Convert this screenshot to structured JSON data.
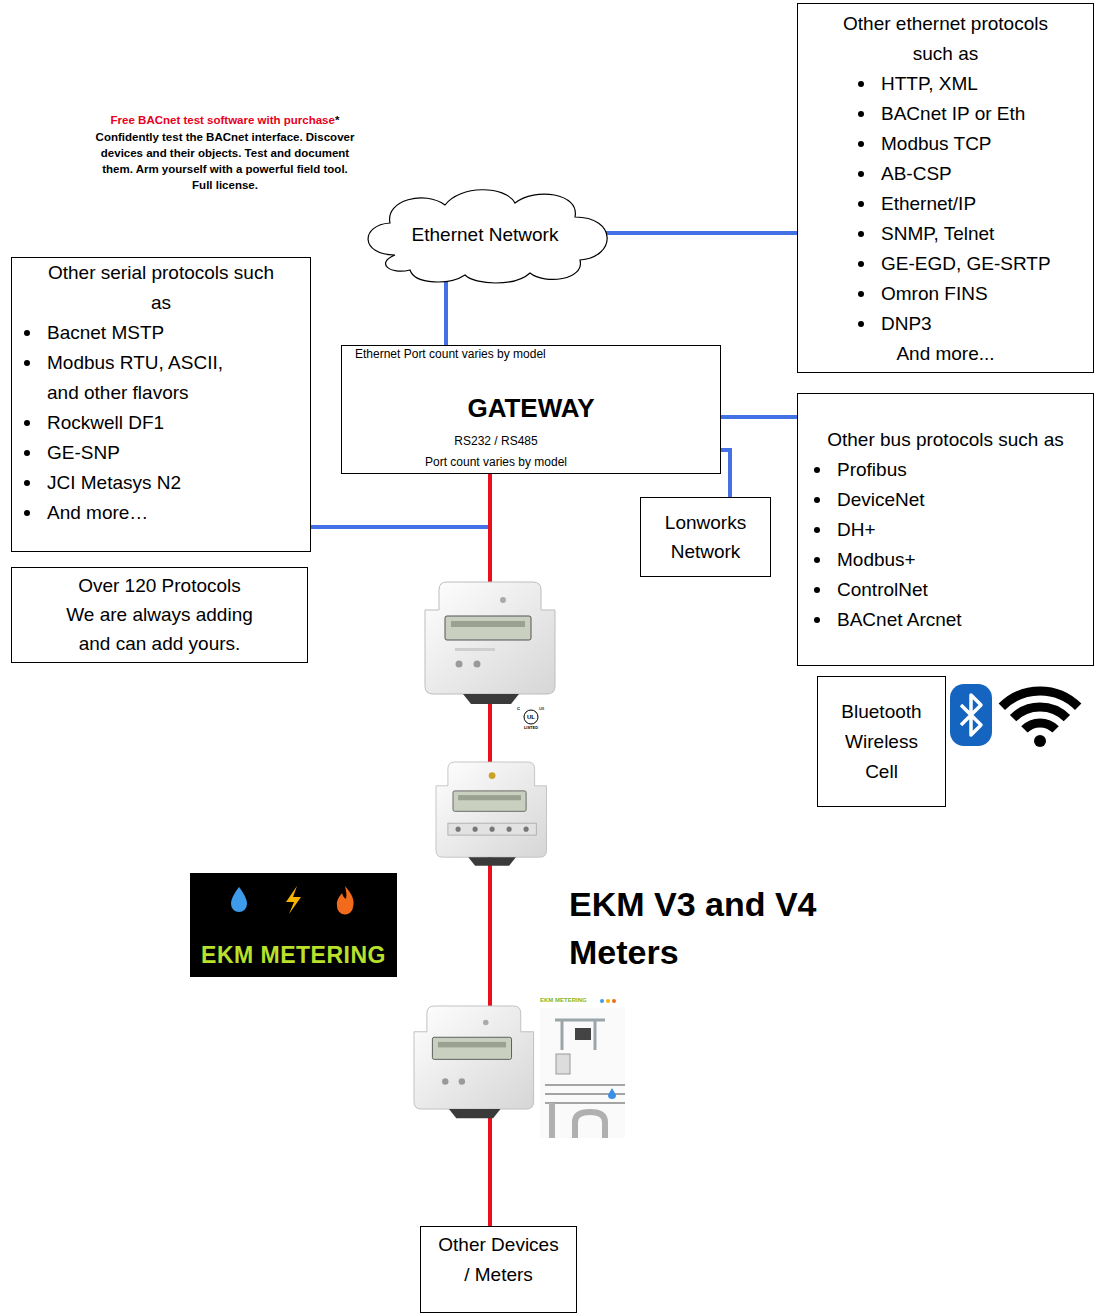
{
  "diagram": {
    "nodes": [
      {
        "text": [
          "Ethernet Network"
        ]
      },
      {
        "text": [
          "Other ethernet protocols such as",
          "HTTP, XML",
          "BACnet IP or Eth",
          "Modbus TCP",
          "AB-CSP",
          "Ethernet/IP",
          "SNMP, Telnet",
          "GE-EGD, GE-SRTP",
          "Omron FINS",
          "DNP3",
          "And more..."
        ]
      },
      {
        "text": [
          "Other serial protocols such as",
          "Bacnet MSTP",
          "Modbus RTU, ASCII, and other flavors",
          "Rockwell DF1",
          "GE-SNP",
          "JCI Metasys N2",
          "And more…"
        ]
      },
      {
        "text": [
          "Ethernet Port count varies by model",
          "GATEWAY",
          "RS232 / RS485",
          "Port count varies by model"
        ]
      },
      {
        "text": [
          "Other bus protocols such as",
          "Profibus",
          "DeviceNet",
          "DH+",
          "Modbus+",
          "ControlNet",
          "BACnet Arcnet"
        ]
      },
      {
        "text": [
          "Lonworks Network"
        ]
      },
      {
        "text": [
          "Over 120 Protocols We are always adding and can add yours."
        ]
      },
      {
        "text": [
          "Bluetooth Wireless Cell"
        ]
      },
      {
        "text": [
          "Other Devices / Meters"
        ]
      }
    ],
    "edges": [
      {
        "from": 0,
        "to": 1,
        "arrow": "none"
      },
      {
        "from": 3,
        "to": 0,
        "arrow": "none"
      },
      {
        "from": 3,
        "to": 4,
        "arrow": "none"
      },
      {
        "from": 3,
        "to": 5,
        "arrow": "none"
      },
      {
        "from": 2,
        "to": 3,
        "arrow": "none"
      },
      {
        "from": 3,
        "to": 8,
        "arrow": "none"
      }
    ],
    "labels": [
      "Free BACnet test software with purchase",
      "*",
      "Confidently test the BACnet interface. Discover devices and their objects. Test and document them. Arm yourself with a powerful field tool. Full license.",
      "EKM METERING",
      "EKM V3 and V4 Meters",
      "c",
      "UL",
      "us",
      "LISTED",
      "EKM METERING"
    ]
  }
}
